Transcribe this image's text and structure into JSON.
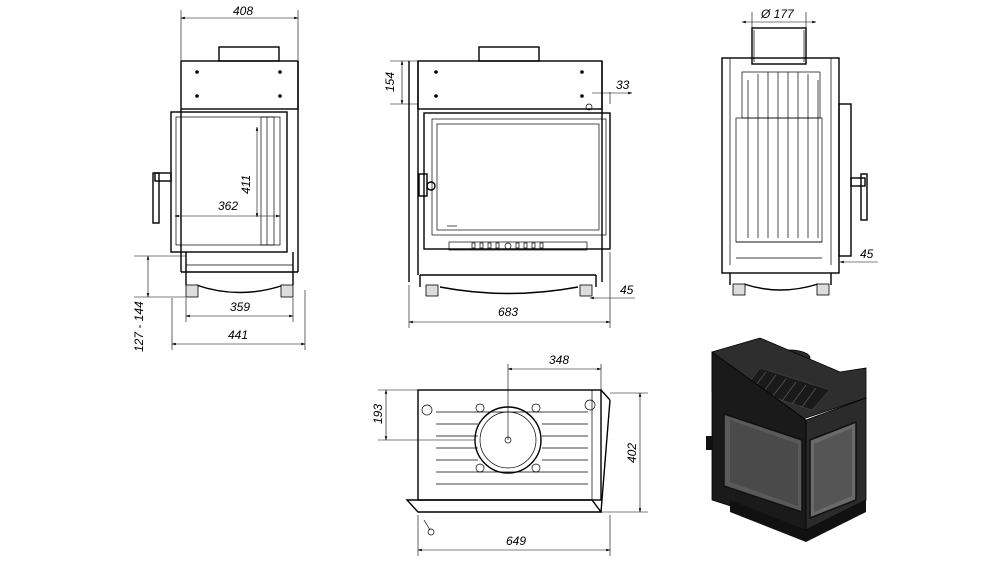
{
  "dimensions": {
    "front_width_top": "408",
    "front_glass_height": "411",
    "front_glass_width": "362",
    "front_leg_span": "359",
    "front_overall_width": "441",
    "front_leg_height": "127 - 144",
    "side_top_height": "154",
    "side_offset_top": "33",
    "side_depth": "683",
    "side_offset_bottom": "45",
    "rear_flue_diameter": "Ø 177",
    "rear_offset": "45",
    "plan_flue_offset": "348",
    "plan_flue_depth": "193",
    "plan_depth": "402",
    "plan_width": "649"
  },
  "views": {
    "front": "front-view",
    "side": "side-view",
    "rear": "rear-view",
    "plan": "plan-view",
    "iso": "isometric-render"
  },
  "colors": {
    "line": "#000000",
    "background": "#ffffff",
    "render_dark": "#1a1a1a",
    "render_glass": "#5a5a5a"
  }
}
